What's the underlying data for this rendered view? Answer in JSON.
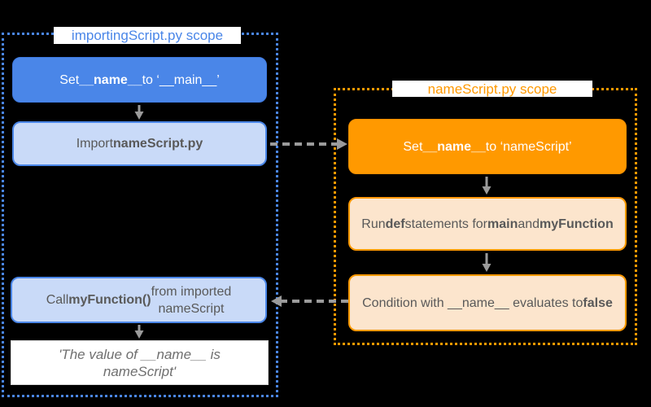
{
  "diagram": {
    "colors": {
      "background": "#000000",
      "blue": "#4a86e8",
      "light_blue": "#c9daf8",
      "orange": "#ff9900",
      "light_orange": "#fce5cd",
      "arrow_gray": "#9b9b9b",
      "box_text_dark": "#595959",
      "box_text_white": "#ffffff",
      "white": "#ffffff"
    },
    "left_scope": {
      "label": "importingScript.py scope",
      "boxes": {
        "set_main": {
          "segments": [
            {
              "t": "Set ",
              "b": false
            },
            {
              "t": "__name__",
              "b": true
            },
            {
              "t": " to ‘__main__’",
              "b": false
            }
          ]
        },
        "import_script": {
          "segments": [
            {
              "t": "Import ",
              "b": false
            },
            {
              "t": "nameScript.py",
              "b": true
            }
          ]
        },
        "call_function": {
          "segments": [
            {
              "t": "Call ",
              "b": false
            },
            {
              "t": "myFunction()",
              "b": true
            },
            {
              "t": " from imported\nnameScript",
              "b": false
            }
          ]
        },
        "output": {
          "segments": [
            {
              "t": "'The value of __name__ is\nnameScript'",
              "b": false
            }
          ]
        }
      }
    },
    "right_scope": {
      "label": "nameScript.py scope",
      "boxes": {
        "set_namescript": {
          "segments": [
            {
              "t": "Set ",
              "b": false
            },
            {
              "t": "__name__",
              "b": true
            },
            {
              "t": " to ‘nameScript’",
              "b": false
            }
          ]
        },
        "run_def": {
          "segments": [
            {
              "t": "Run ",
              "b": false
            },
            {
              "t": "def",
              "b": true
            },
            {
              "t": " statements for ",
              "b": false
            },
            {
              "t": "main",
              "b": true
            },
            {
              "t": " and\n",
              "b": false
            },
            {
              "t": "myFunction",
              "b": true
            }
          ]
        },
        "condition": {
          "segments": [
            {
              "t": "Condition with __name__ evaluates to\n",
              "b": false
            },
            {
              "t": "false",
              "b": true
            }
          ]
        }
      }
    }
  }
}
